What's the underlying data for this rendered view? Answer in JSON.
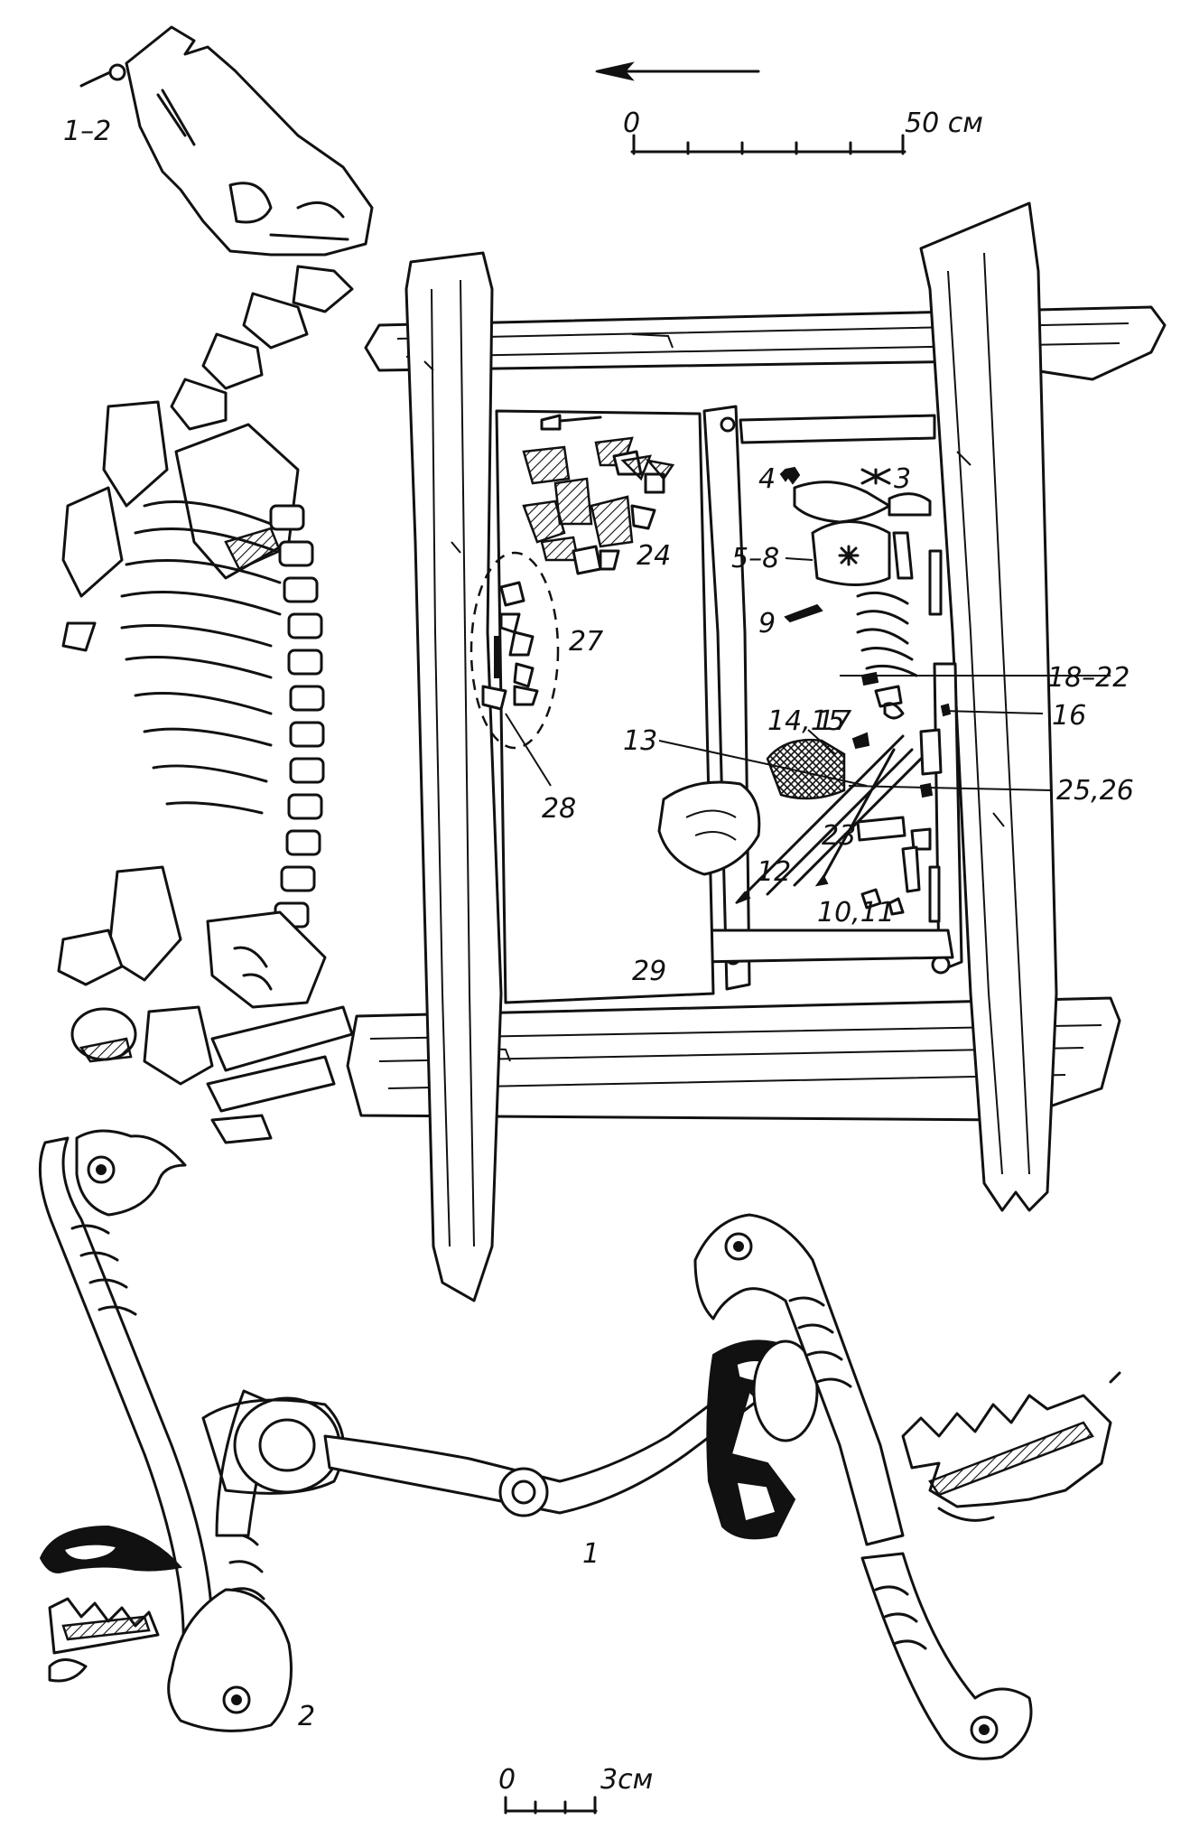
{
  "labels": {
    "l1_2": "1–2",
    "l3": "3",
    "l4": "4",
    "l5_8": "5–8",
    "l9": "9",
    "l10_11": "10,11",
    "l12": "12",
    "l13": "13",
    "l14_15": "14,15",
    "l16": "16",
    "l17": "17",
    "l18_22": "18–22",
    "l23": "23",
    "l24": "24",
    "l25_26": "25,26",
    "l27": "27",
    "l28": "28",
    "l29": "29",
    "l1_bottom": "1",
    "l2_bottom": "2"
  },
  "scale_top": {
    "zero": "0",
    "max": "50 см"
  },
  "scale_bottom": {
    "zero": "0",
    "max": "3см"
  },
  "icons": {
    "north_arrow": "arrow-left-icon"
  }
}
